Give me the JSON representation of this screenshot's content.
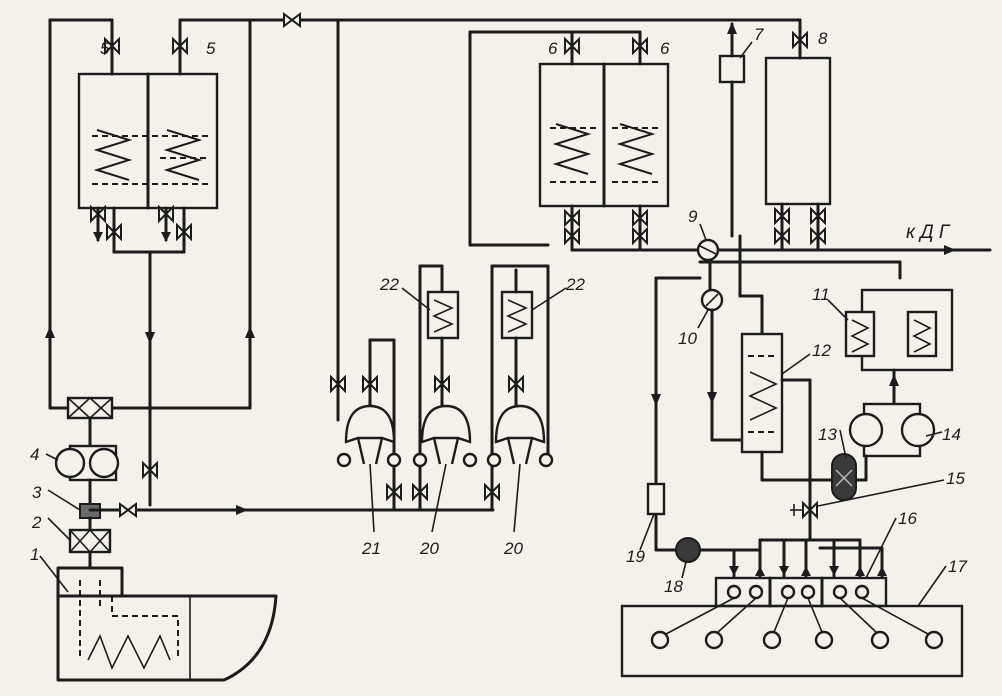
{
  "labels": {
    "n1": "1",
    "n2": "2",
    "n3": "3",
    "n4": "4",
    "n5": "5",
    "n6": "6",
    "n7": "7",
    "n8": "8",
    "n9": "9",
    "n10": "10",
    "n11": "11",
    "n12": "12",
    "n13": "13",
    "n14": "14",
    "n15": "15",
    "n16": "16",
    "n17": "17",
    "n18": "18",
    "n19": "19",
    "n20": "20",
    "n21": "21",
    "n22": "22"
  },
  "outlet_note": "к Д Г"
}
